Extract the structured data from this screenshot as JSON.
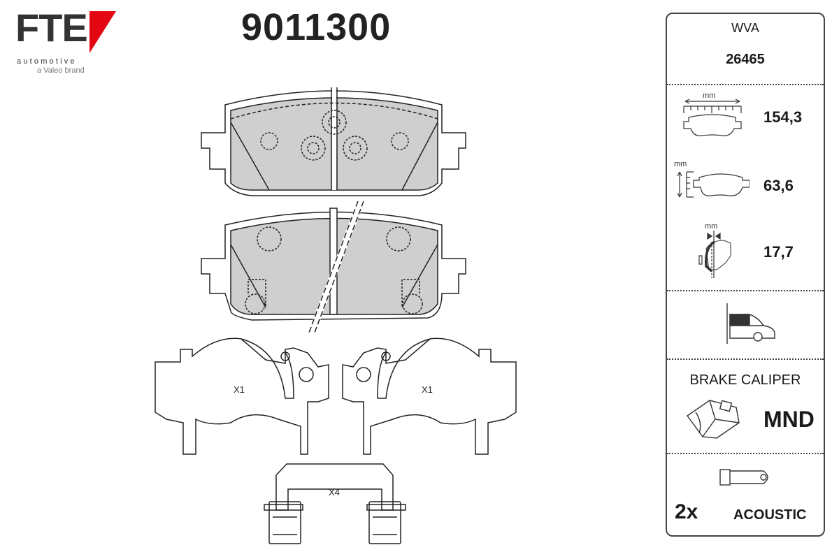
{
  "logo": {
    "brand": "FTE",
    "line1": "automotive",
    "line2": "a Valeo brand",
    "accent_color": "#e30613"
  },
  "part_number": "9011300",
  "drawing": {
    "shim_left_label": "X1",
    "shim_right_label": "X1",
    "clip_label": "X4",
    "pad_fill": "#cfcfcf"
  },
  "specs": {
    "wva_label": "WVA",
    "wva_value": "26465",
    "length": {
      "unit": "mm",
      "value": "154,3"
    },
    "height": {
      "unit": "mm",
      "value": "63,6"
    },
    "thickness": {
      "unit": "mm",
      "value": "17,7"
    },
    "axle_icon": "front-axle-car-icon",
    "caliper_label": "BRAKE CALIPER",
    "caliper_value": "MND",
    "accessory_count": "2x",
    "accessory_label": "ACOUSTIC",
    "accessory_icon": "wear-sensor-icon"
  }
}
